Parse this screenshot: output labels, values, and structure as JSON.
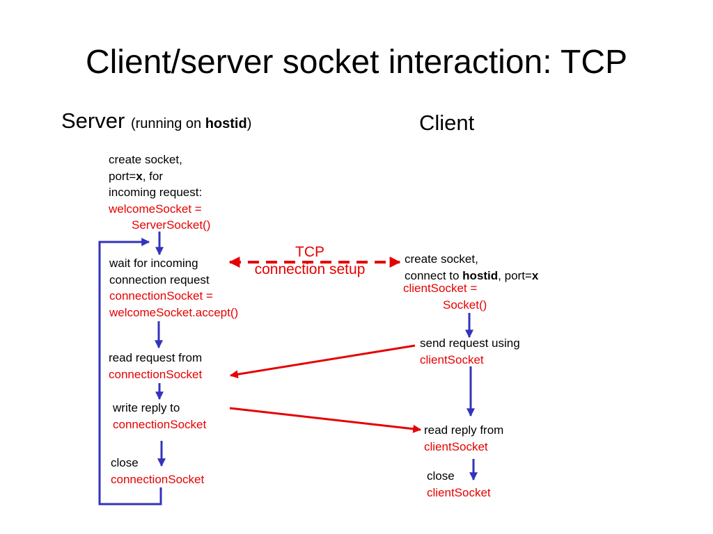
{
  "title": "Client/server socket interaction: TCP",
  "server": {
    "heading": "Server",
    "paren_open": "(running on ",
    "paren_bold": "hostid",
    "paren_close": ")"
  },
  "client": {
    "heading": "Client"
  },
  "server_steps": {
    "create": {
      "line1": "create socket,",
      "line2_pre": "port=",
      "line2_bold": "x",
      "line2_post": ", for",
      "line3": "incoming request:",
      "code1": "welcomeSocket =",
      "code2": "ServerSocket()"
    },
    "wait": {
      "line1": "wait for incoming",
      "line2": "connection request",
      "code1": "connectionSocket =",
      "code2": "welcomeSocket.accept()"
    },
    "read": {
      "line1": "read request from",
      "code1": "connectionSocket"
    },
    "write": {
      "line1": "write reply to",
      "code1": "connectionSocket"
    },
    "close": {
      "line1": "close",
      "code1": "connectionSocket"
    }
  },
  "client_steps": {
    "create": {
      "line1": "create socket,",
      "line2_pre": "connect to ",
      "line2_bold": "hostid",
      "line2_mid": ", port=",
      "line2_bold2": "x",
      "code1": "clientSocket =",
      "code2": "Socket()"
    },
    "send": {
      "line1": "send request using",
      "code1": "clientSocket"
    },
    "read": {
      "line1": "read reply from",
      "code1": "clientSocket"
    },
    "close": {
      "line1": "close",
      "code1": "clientSocket"
    }
  },
  "tcp_setup": {
    "line1": "TCP",
    "line2": "connection setup"
  },
  "colors": {
    "flow_arrow": "#3333bb",
    "message_arrow": "#e60000",
    "code_text": "#e60000"
  }
}
